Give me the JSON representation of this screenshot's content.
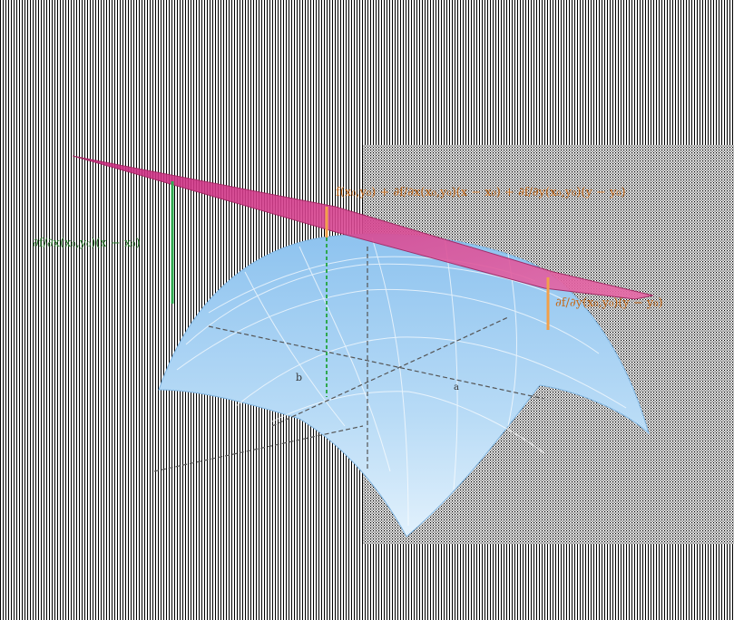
{
  "figure": {
    "description_free": true,
    "colors": {
      "surface_fill": "#9ccbf2",
      "surface_fill_light": "#d8ecfb",
      "surface_grid": "#ffffff",
      "plane_fill": "#d6338a",
      "plane_edge": "#a0205e",
      "axis": "#555555",
      "green_segment": "#2fa84f",
      "orange_segment": "#f2a04a",
      "label_green": "#2f7d32",
      "label_orange": "#c46a1b"
    },
    "labels": {
      "plane_equation": "f(x₀,y₀) + ∂f/∂x(x₀,y₀)(x − x₀) + ∂f/∂y(x₀,y₀)(y − y₀)",
      "left_term": "∂f/∂x(x₀,y₀)(x − x₀)",
      "right_term": "∂f/∂y(x₀,y₀)(y − y₀)",
      "point_b": "b",
      "point_a": "a"
    },
    "icons": {
      "surface": "paraboloid-surface",
      "plane": "tangent-plane"
    }
  }
}
